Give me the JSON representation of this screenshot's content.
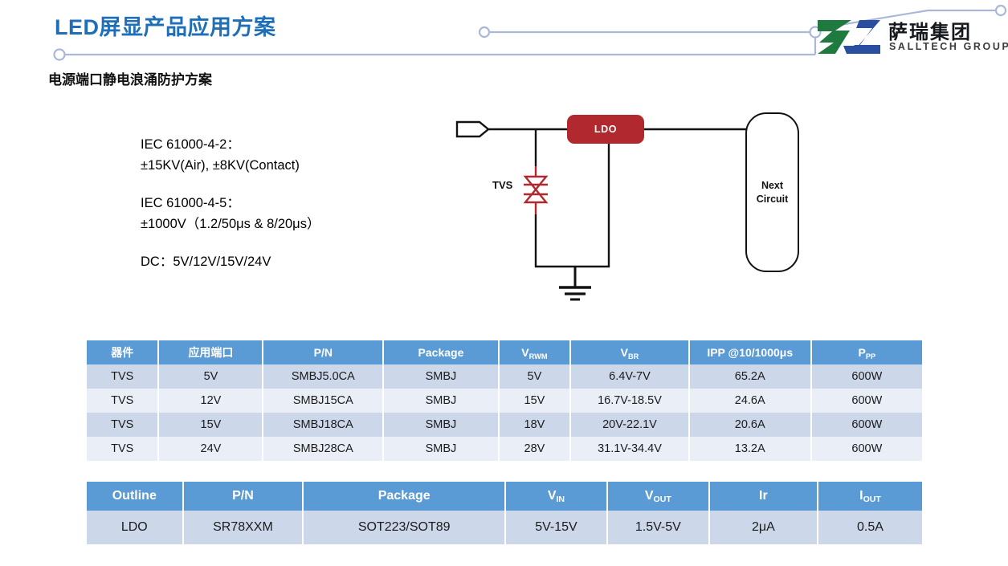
{
  "header": {
    "title": "LED屏显产品应用方案",
    "subtitle": "电源端口静电浪涌防护方案",
    "accent_color": "#1f6fb8",
    "deco_line_color": "#aab8d8",
    "logo": {
      "cn_name": "萨瑞集团",
      "en_name": "SALLTECH GROUP",
      "mark_green": "#1f7a3f",
      "mark_blue": "#2b4fa0"
    }
  },
  "spec": {
    "paragraphs": [
      [
        "IEC 61000-4-2：",
        "±15KV(Air), ±8KV(Contact)"
      ],
      [
        "IEC 61000-4-5：",
        "±1000V（1.2/50μs & 8/20μs）"
      ],
      [
        "DC：5V/12V/15V/24V"
      ]
    ]
  },
  "circuit": {
    "ldo_label": "LDO",
    "ldo_color": "#b1292e",
    "tvs_label": "TVS",
    "tvs_color": "#b1292e",
    "next_circuit_line1": "Next",
    "next_circuit_line2": "Circuit",
    "wire_color": "#121212"
  },
  "tvs_table": {
    "headers": [
      {
        "text": "器件",
        "sub": ""
      },
      {
        "text": "应用端口",
        "sub": ""
      },
      {
        "text": "P/N",
        "sub": ""
      },
      {
        "text": "Package",
        "sub": ""
      },
      {
        "text": "V",
        "sub": "RWM"
      },
      {
        "text": "V",
        "sub": "BR"
      },
      {
        "text": "IPP @10/1000μs",
        "sub": ""
      },
      {
        "text": "P",
        "sub": "PP"
      }
    ],
    "rows": [
      [
        "TVS",
        "5V",
        "SMBJ5.0CA",
        "SMBJ",
        "5V",
        "6.4V-7V",
        "65.2A",
        "600W"
      ],
      [
        "TVS",
        "12V",
        "SMBJ15CA",
        "SMBJ",
        "15V",
        "16.7V-18.5V",
        "24.6A",
        "600W"
      ],
      [
        "TVS",
        "15V",
        "SMBJ18CA",
        "SMBJ",
        "18V",
        "20V-22.1V",
        "20.6A",
        "600W"
      ],
      [
        "TVS",
        "24V",
        "SMBJ28CA",
        "SMBJ",
        "28V",
        "31.1V-34.4V",
        "13.2A",
        "600W"
      ]
    ],
    "header_bg": "#5b9bd5",
    "row_odd_bg": "#ccd8ea",
    "row_even_bg": "#e9eef7"
  },
  "ldo_table": {
    "headers": [
      {
        "text": "Outline",
        "sub": ""
      },
      {
        "text": "P/N",
        "sub": ""
      },
      {
        "text": "Package",
        "sub": ""
      },
      {
        "text": "V",
        "sub": "IN"
      },
      {
        "text": "V",
        "sub": "OUT"
      },
      {
        "text": "Ir",
        "sub": ""
      },
      {
        "text": "I",
        "sub": "OUT"
      }
    ],
    "rows": [
      [
        "LDO",
        "SR78XXM",
        "SOT223/SOT89",
        "5V-15V",
        "1.5V-5V",
        "2μA",
        "0.5A"
      ]
    ],
    "header_bg": "#5b9bd5",
    "row_odd_bg": "#ccd8ea"
  }
}
